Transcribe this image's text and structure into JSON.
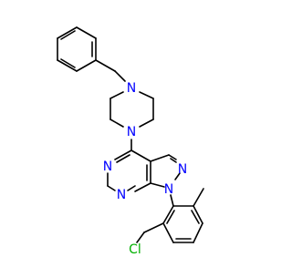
{
  "molecule": {
    "atom_labels": {
      "piperazine_n_top": "N",
      "piperazine_n_bottom": "N",
      "pyrimidine_n_left": "N",
      "pyrimidine_n_bottom": "N",
      "pyrazole_n2": "N",
      "pyrazole_n1": "N",
      "chlorine": "Cl"
    },
    "colors": {
      "bond": "#000000",
      "nitrogen": "#0000ff",
      "chlorine": "#00b000",
      "background": "#ffffff"
    }
  }
}
